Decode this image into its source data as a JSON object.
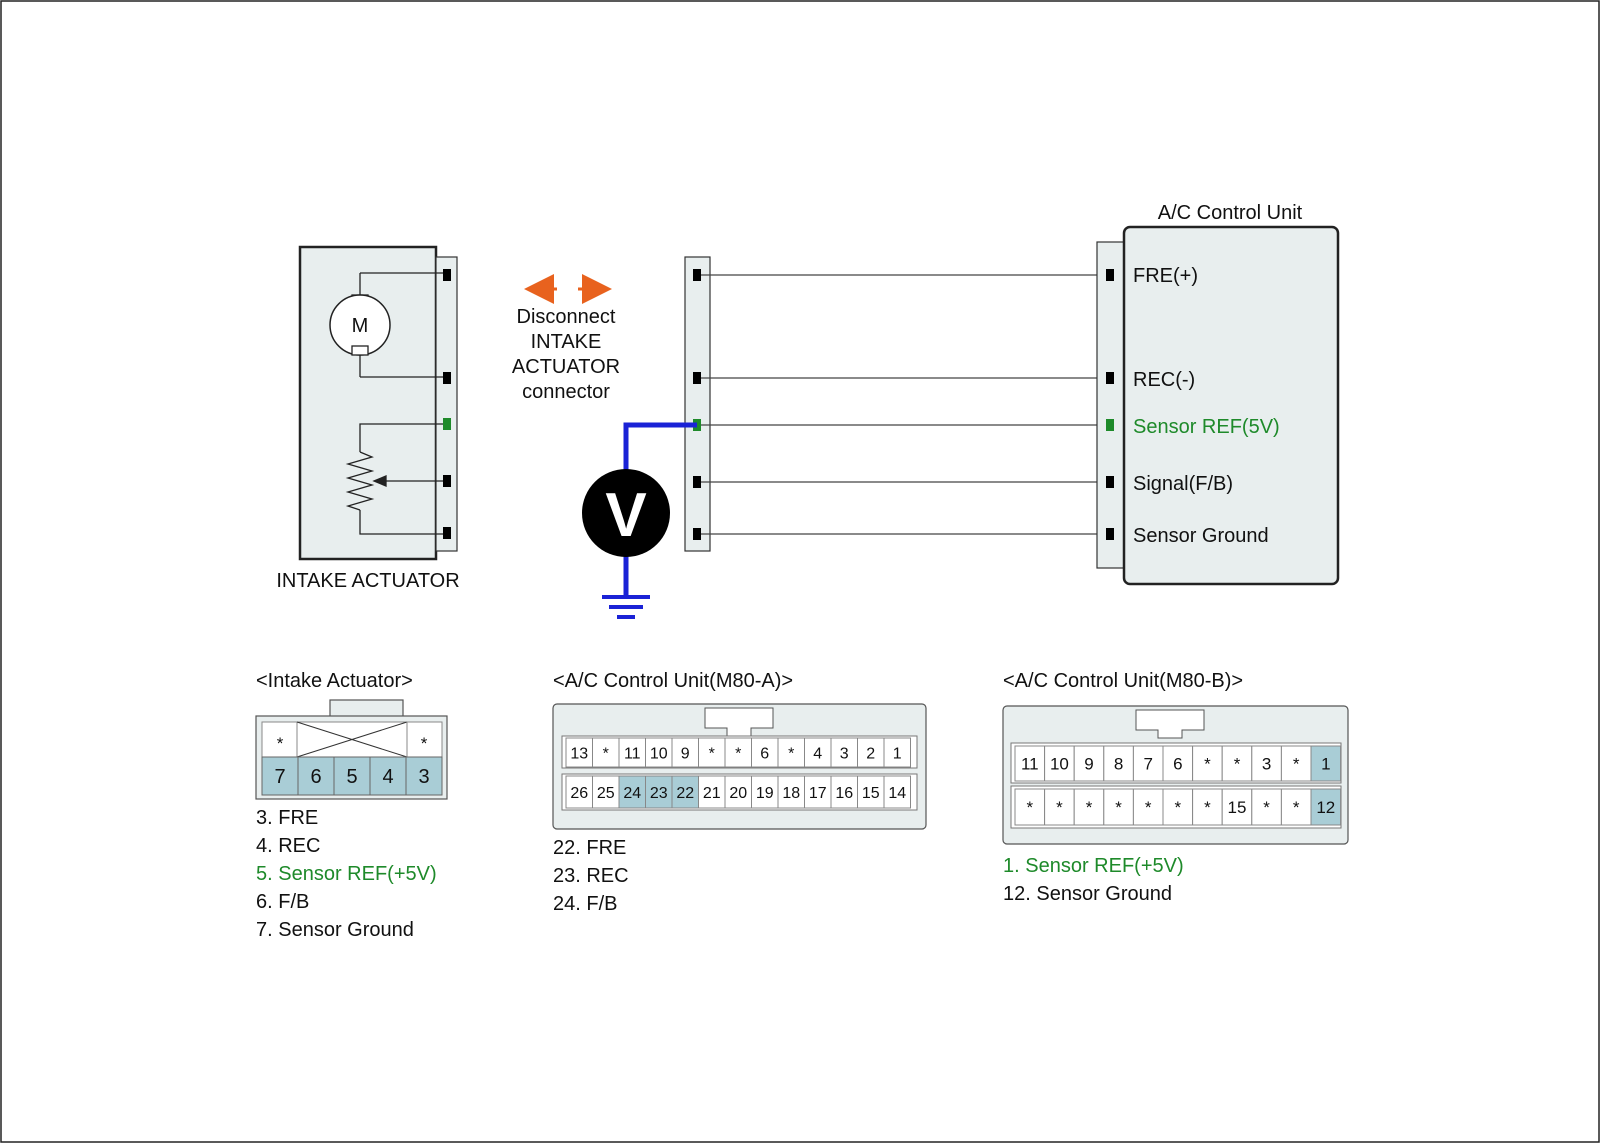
{
  "colors": {
    "highlight_green": "#1e8a2a",
    "probe_blue": "#1a22d6",
    "arrow_orange": "#e8621e",
    "pin_highlight": "#a9cdd6",
    "component_fill": "#e8eeee"
  },
  "actuator": {
    "label": "INTAKE ACTUATOR",
    "motor_symbol": "M"
  },
  "disconnect": {
    "line1": "Disconnect",
    "line2": "INTAKE",
    "line3": "ACTUATOR",
    "line4": "connector"
  },
  "voltmeter": {
    "symbol": "V"
  },
  "control_unit": {
    "title": "A/C Control Unit",
    "pins": [
      "FRE(+)",
      "REC(-)",
      "Sensor REF(5V)",
      "Signal(F/B)",
      "Sensor Ground"
    ]
  },
  "connectors": {
    "intake": {
      "title": "<Intake Actuator>",
      "top_row": [
        "*",
        "*"
      ],
      "bottom_row": [
        "7",
        "6",
        "5",
        "4",
        "3"
      ],
      "legend": [
        "3. FRE",
        "4. REC",
        "5. Sensor REF(+5V)",
        "6. F/B",
        "7. Sensor Ground"
      ]
    },
    "m80a": {
      "title": "<A/C Control Unit(M80-A)>",
      "top_row": [
        "13",
        "*",
        "11",
        "10",
        "9",
        "*",
        "*",
        "6",
        "*",
        "4",
        "3",
        "2",
        "1"
      ],
      "bottom_row": [
        "26",
        "25",
        "24",
        "23",
        "22",
        "21",
        "20",
        "19",
        "18",
        "17",
        "16",
        "15",
        "14"
      ],
      "legend": [
        "22. FRE",
        "23. REC",
        "24. F/B"
      ]
    },
    "m80b": {
      "title": "<A/C Control Unit(M80-B)>",
      "top_row": [
        "11",
        "10",
        "9",
        "8",
        "7",
        "6",
        "*",
        "*",
        "3",
        "*",
        "1"
      ],
      "bottom_row": [
        "*",
        "*",
        "*",
        "*",
        "*",
        "*",
        "*",
        "15",
        "*",
        "*",
        "12"
      ],
      "legend": [
        "1. Sensor REF(+5V)",
        "12. Sensor Ground"
      ]
    }
  }
}
